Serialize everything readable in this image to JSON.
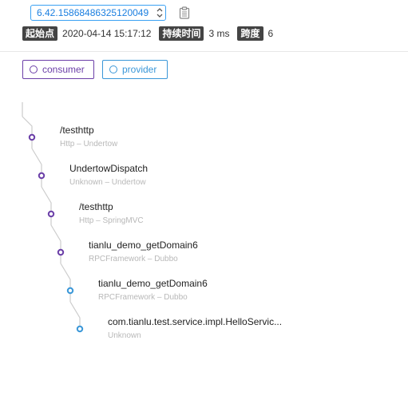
{
  "header": {
    "trace_id": "6.42.15868486325120049",
    "meta": [
      {
        "tag": "起始点",
        "value": "2020-04-14 15:17:12"
      },
      {
        "tag": "持续时间",
        "value": "3 ms"
      },
      {
        "tag": "跨度",
        "value": "6"
      }
    ]
  },
  "legend": {
    "consumer_label": "consumer",
    "provider_label": "provider"
  },
  "colors": {
    "consumer": "#6b3fa8",
    "provider": "#3a97d8",
    "line": "#cccccc"
  },
  "spans": [
    {
      "title": "/testhttp",
      "subtitle": "Http – Undertow",
      "kind": "consumer"
    },
    {
      "title": "UndertowDispatch",
      "subtitle": "Unknown – Undertow",
      "kind": "consumer"
    },
    {
      "title": "/testhttp",
      "subtitle": "Http – SpringMVC",
      "kind": "consumer"
    },
    {
      "title": "tianlu_demo_getDomain6",
      "subtitle": "RPCFramework – Dubbo",
      "kind": "consumer"
    },
    {
      "title": "tianlu_demo_getDomain6",
      "subtitle": "RPCFramework – Dubbo",
      "kind": "provider"
    },
    {
      "title": "com.tianlu.test.service.impl.HelloServic...",
      "subtitle": "Unknown",
      "kind": "provider"
    }
  ]
}
